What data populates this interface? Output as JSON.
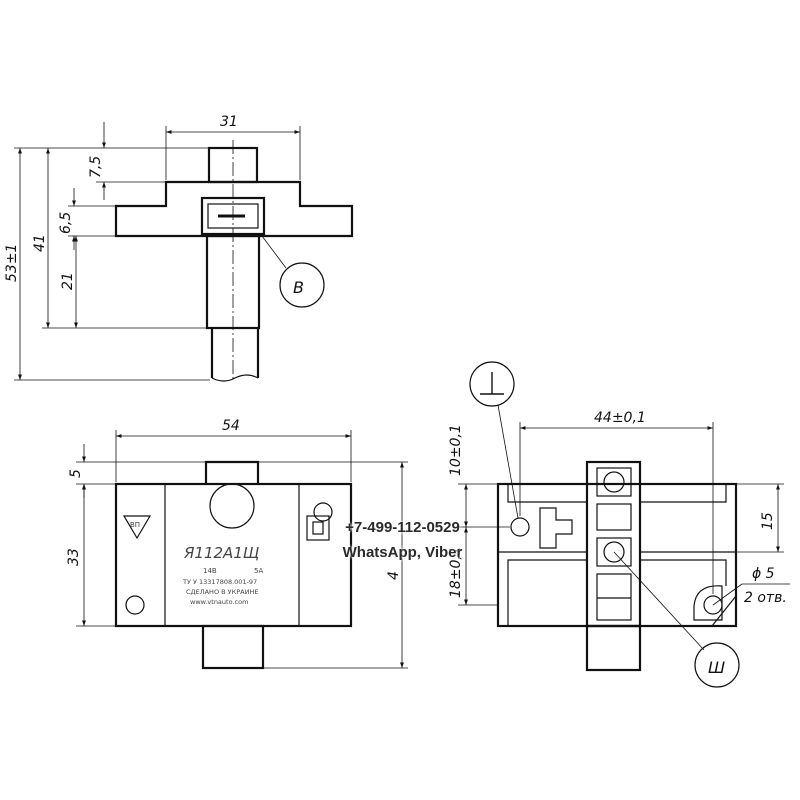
{
  "dimensions": {
    "width_top": "31",
    "height_7_5": "7,5",
    "height_6_5": "6,5",
    "height_21": "21",
    "height_41": "41",
    "height_53": "53±1",
    "width_front": "54",
    "height_5": "5",
    "height_33": "33",
    "height_4x": "4",
    "spacing_44": "44±0,1",
    "height_10": "10±0,1",
    "height_18": "18±0,1",
    "height_15": "15",
    "diameter_5": "ϕ 5",
    "holes_count": "2 отв."
  },
  "callouts": {
    "view_b": "В",
    "ground": "⊥",
    "sh": "Ш"
  },
  "nameplate": {
    "model": "Я112А1Щ",
    "voltage": "14В",
    "current": "5А",
    "spec": "ТУ У 13317808.001-97",
    "made_in": "СДЕЛАНО В УКРАИНЕ",
    "website": "www.vtnauto.com",
    "logo_text": "ВП"
  },
  "watermark": {
    "phone": "+7-499-112-0529",
    "apps": "WhatsApp, Viber"
  }
}
